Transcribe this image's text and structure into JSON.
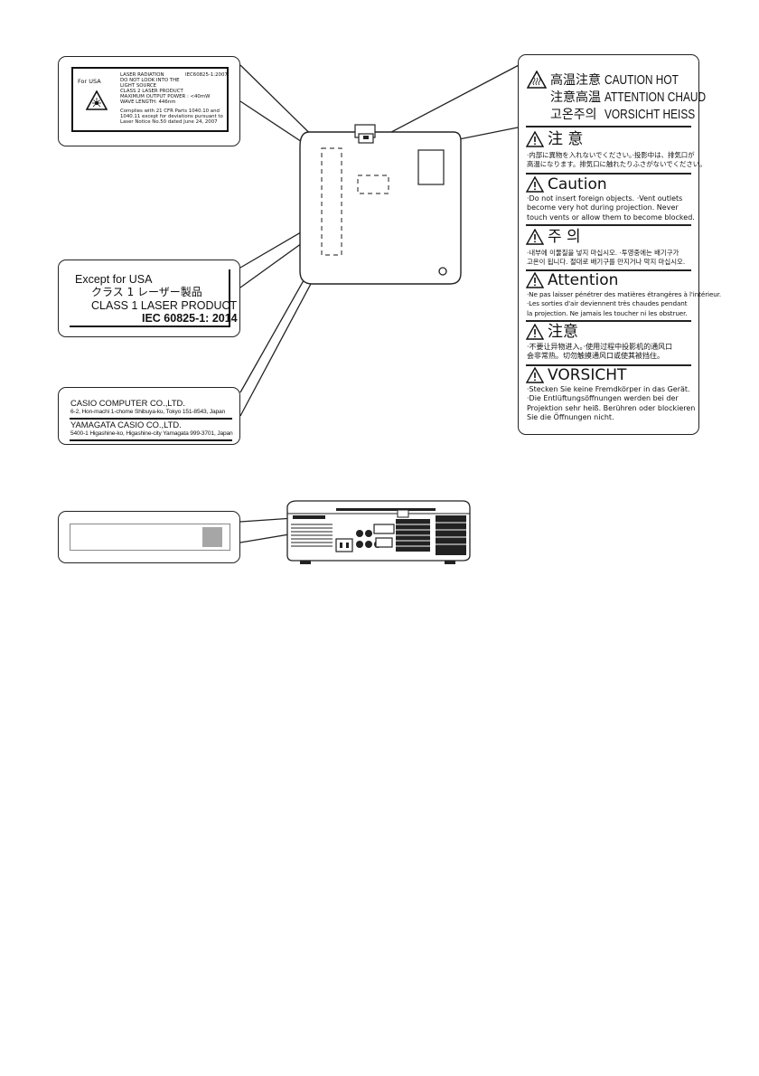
{
  "usa_label": {
    "for_usa": "For USA",
    "standard": "IEC60825-1:2007",
    "radiation_lines": [
      "LASER RADIATION",
      "DO NOT LOOK INTO THE",
      "LIGHT SOURCE",
      "CLASS 2 LASER PRODUCT",
      "MAXIMUM OUTPUT POWER : <40mW",
      "WAVE LENGTH: 446nm"
    ],
    "complies_lines": [
      "Complies with 21 CFR Parts 1040.10 and",
      "1040.11 except for deviations pursuant to",
      "Laser Notice No.50 dated June 24, 2007"
    ]
  },
  "except_label": {
    "title": "Except for USA",
    "jp_line": "クラス 1 レーザー製品",
    "class_line": "CLASS 1 LASER PRODUCT",
    "standard_line": "IEC 60825-1: 2014"
  },
  "maker_label": {
    "company1": "CASIO COMPUTER CO.,LTD.",
    "address1": "6-2, Hon-machi 1-chome Shibuya-ku, Tokyo 151-8543, Japan",
    "company2": "YAMAGATA CASIO CO.,LTD.",
    "address2": "5400-1 Higashine-ko, Higashine-city Yamagata 999-3701, Japan"
  },
  "caution_label": {
    "hot_jp1": "高温注意",
    "hot_en": "CAUTION HOT",
    "hot_jp2": "注意高温",
    "hot_fr": "ATTENTION CHAUD",
    "hot_ko": "고온주의",
    "hot_de": "VORSICHT HEISS",
    "sections": [
      {
        "title": "注 意",
        "lines": [
          "·内部に異物を入れないでください。·投影中は、排気口が",
          "高温になります。排気口に触れたりふさがないでください。"
        ]
      },
      {
        "title": "Caution",
        "lines": [
          "·Do not insert foreign objects. ·Vent outlets",
          "become very hot during projection. Never",
          "touch vents or allow them to become blocked."
        ]
      },
      {
        "title": "주 의",
        "lines": [
          "·내부에 이물질을 넣지 마십시오.  ·투영중에는 배기구가",
          "  고온이 됩니다.    절대로 배기구를 만지거나 막지 마십시오."
        ]
      },
      {
        "title": "Attention",
        "lines": [
          "·Ne pas laisser pénétrer des matières étrangères à l'intérieur.",
          "·Les sorties d'air deviennent très chaudes pendant",
          "  la projection. Ne jamais les toucher ni les obstruer."
        ]
      },
      {
        "title": "注意",
        "lines": [
          "·不要让异物进入。·使用过程中投影机的通风口",
          "  会非常热。切勿触摸通风口或使其被挡住。"
        ]
      },
      {
        "title": "VORSICHT",
        "lines": [
          "·Stecken Sie keine Fremdkörper in das Gerät.",
          "·Die Entlüftungsöffnungen werden bei der",
          "  Projektion sehr heiß. Berühren oder blockieren",
          "  Sie die Öffnungen nicht."
        ]
      }
    ]
  },
  "colors": {
    "ink": "#111111",
    "gray_square": "#a6a6a6",
    "label_gray": "#c8c8c8"
  }
}
